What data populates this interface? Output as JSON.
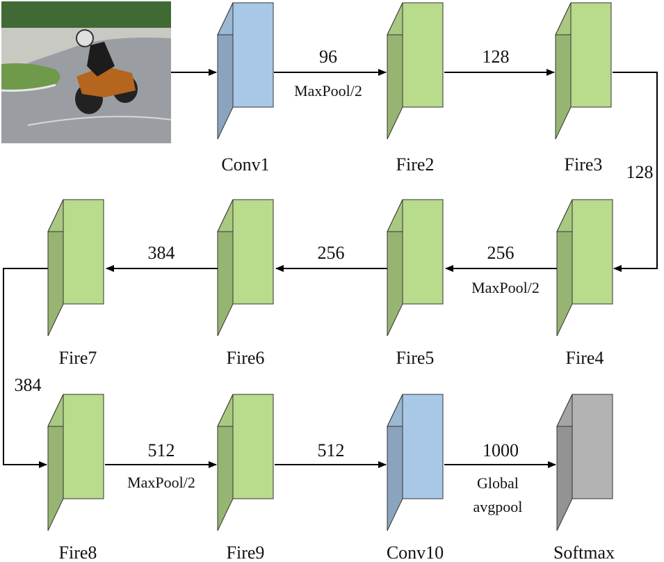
{
  "input_image": {
    "subject": "motorcycle rider leaning into a curve on a road",
    "colors": {
      "road": "#8f949a",
      "grass": "#6f9a4a",
      "trees": "#3f6a33",
      "bike": "#b5651d"
    }
  },
  "colors": {
    "conv": "#a9c8e8",
    "fire": "#b8db8c",
    "softmax": "#b3b3b3"
  },
  "layers": {
    "conv1": {
      "label": "Conv1"
    },
    "fire2": {
      "label": "Fire2"
    },
    "fire3": {
      "label": "Fire3"
    },
    "fire4": {
      "label": "Fire4"
    },
    "fire5": {
      "label": "Fire5"
    },
    "fire6": {
      "label": "Fire6"
    },
    "fire7": {
      "label": "Fire7"
    },
    "fire8": {
      "label": "Fire8"
    },
    "fire9": {
      "label": "Fire9"
    },
    "conv10": {
      "label": "Conv10"
    },
    "softmax": {
      "label": "Softmax"
    }
  },
  "edges": {
    "conv1_fire2": {
      "channels": "96",
      "op": "MaxPool/2"
    },
    "fire2_fire3": {
      "channels": "128"
    },
    "fire3_fire4": {
      "channels": "128"
    },
    "fire4_fire5": {
      "channels": "256",
      "op": "MaxPool/2"
    },
    "fire5_fire6": {
      "channels": "256"
    },
    "fire6_fire7": {
      "channels": "384"
    },
    "fire7_fire8": {
      "channels": "384"
    },
    "fire8_fire9": {
      "channels": "512",
      "op": "MaxPool/2"
    },
    "fire9_conv10": {
      "channels": "512"
    },
    "conv10_softmax": {
      "channels": "1000",
      "op_line1": "Global",
      "op_line2": "avgpool"
    }
  }
}
